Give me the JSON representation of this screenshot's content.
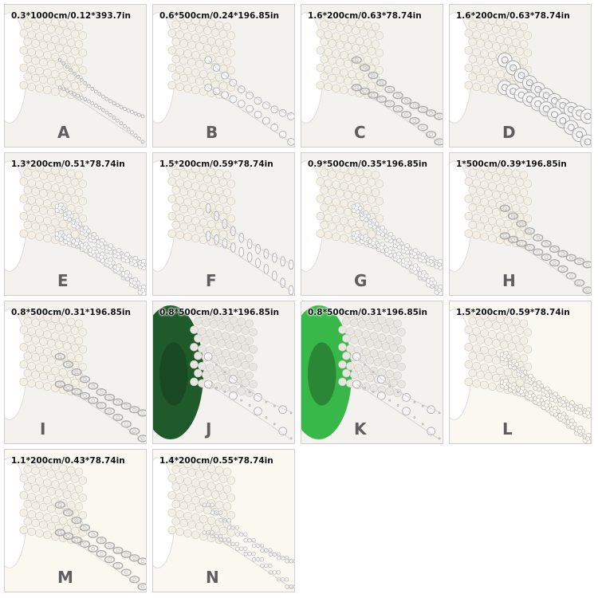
{
  "products": [
    {
      "letter": "A",
      "size": "0.3*1000cm/0.12*393.7in",
      "spool": "white",
      "style": "tiny"
    },
    {
      "letter": "B",
      "size": "0.6*500cm/0.24*196.85in",
      "spool": "white",
      "style": "beads"
    },
    {
      "letter": "C",
      "size": "1.6*200cm/0.63*78.74in",
      "spool": "white",
      "style": "oval"
    },
    {
      "letter": "D",
      "size": "1.6*200cm/0.63*78.74in",
      "spool": "white",
      "style": "rose"
    },
    {
      "letter": "E",
      "size": "1.3*200cm/0.51*78.74in",
      "spool": "white",
      "style": "flower"
    },
    {
      "letter": "F",
      "size": "1.5*200cm/0.59*78.74in",
      "spool": "white",
      "style": "drop"
    },
    {
      "letter": "G",
      "size": "0.9*500cm/0.35*196.85in",
      "spool": "white",
      "style": "daisy"
    },
    {
      "letter": "H",
      "size": "1*500cm/0.39*196.85in",
      "spool": "white",
      "style": "band"
    },
    {
      "letter": "I",
      "size": "0.8*500cm/0.31*196.85in",
      "spool": "white",
      "style": "loop"
    },
    {
      "letter": "J",
      "size": "0.8*500cm/0.31*196.85in",
      "spool": "dark-green",
      "style": "strand"
    },
    {
      "letter": "K",
      "size": "0.8*500cm/0.31*196.85in",
      "spool": "green",
      "style": "strand"
    },
    {
      "letter": "L",
      "size": "1.5*200cm/0.59*78.74in",
      "spool": "white",
      "style": "star"
    },
    {
      "letter": "M",
      "size": "1.1*200cm/0.43*78.74in",
      "spool": "white",
      "style": "chain"
    },
    {
      "letter": "N",
      "size": "1.4*200cm/0.55*78.74in",
      "spool": "white",
      "style": "triple"
    }
  ],
  "colors": {
    "pearl": "#f3efe6",
    "pearl_shade": "#cfc8bb",
    "cream": "#efe4c6",
    "spool_dark_green": "#1f5a2b",
    "spool_green": "#39b84a",
    "letter": "#5e5e5e"
  }
}
